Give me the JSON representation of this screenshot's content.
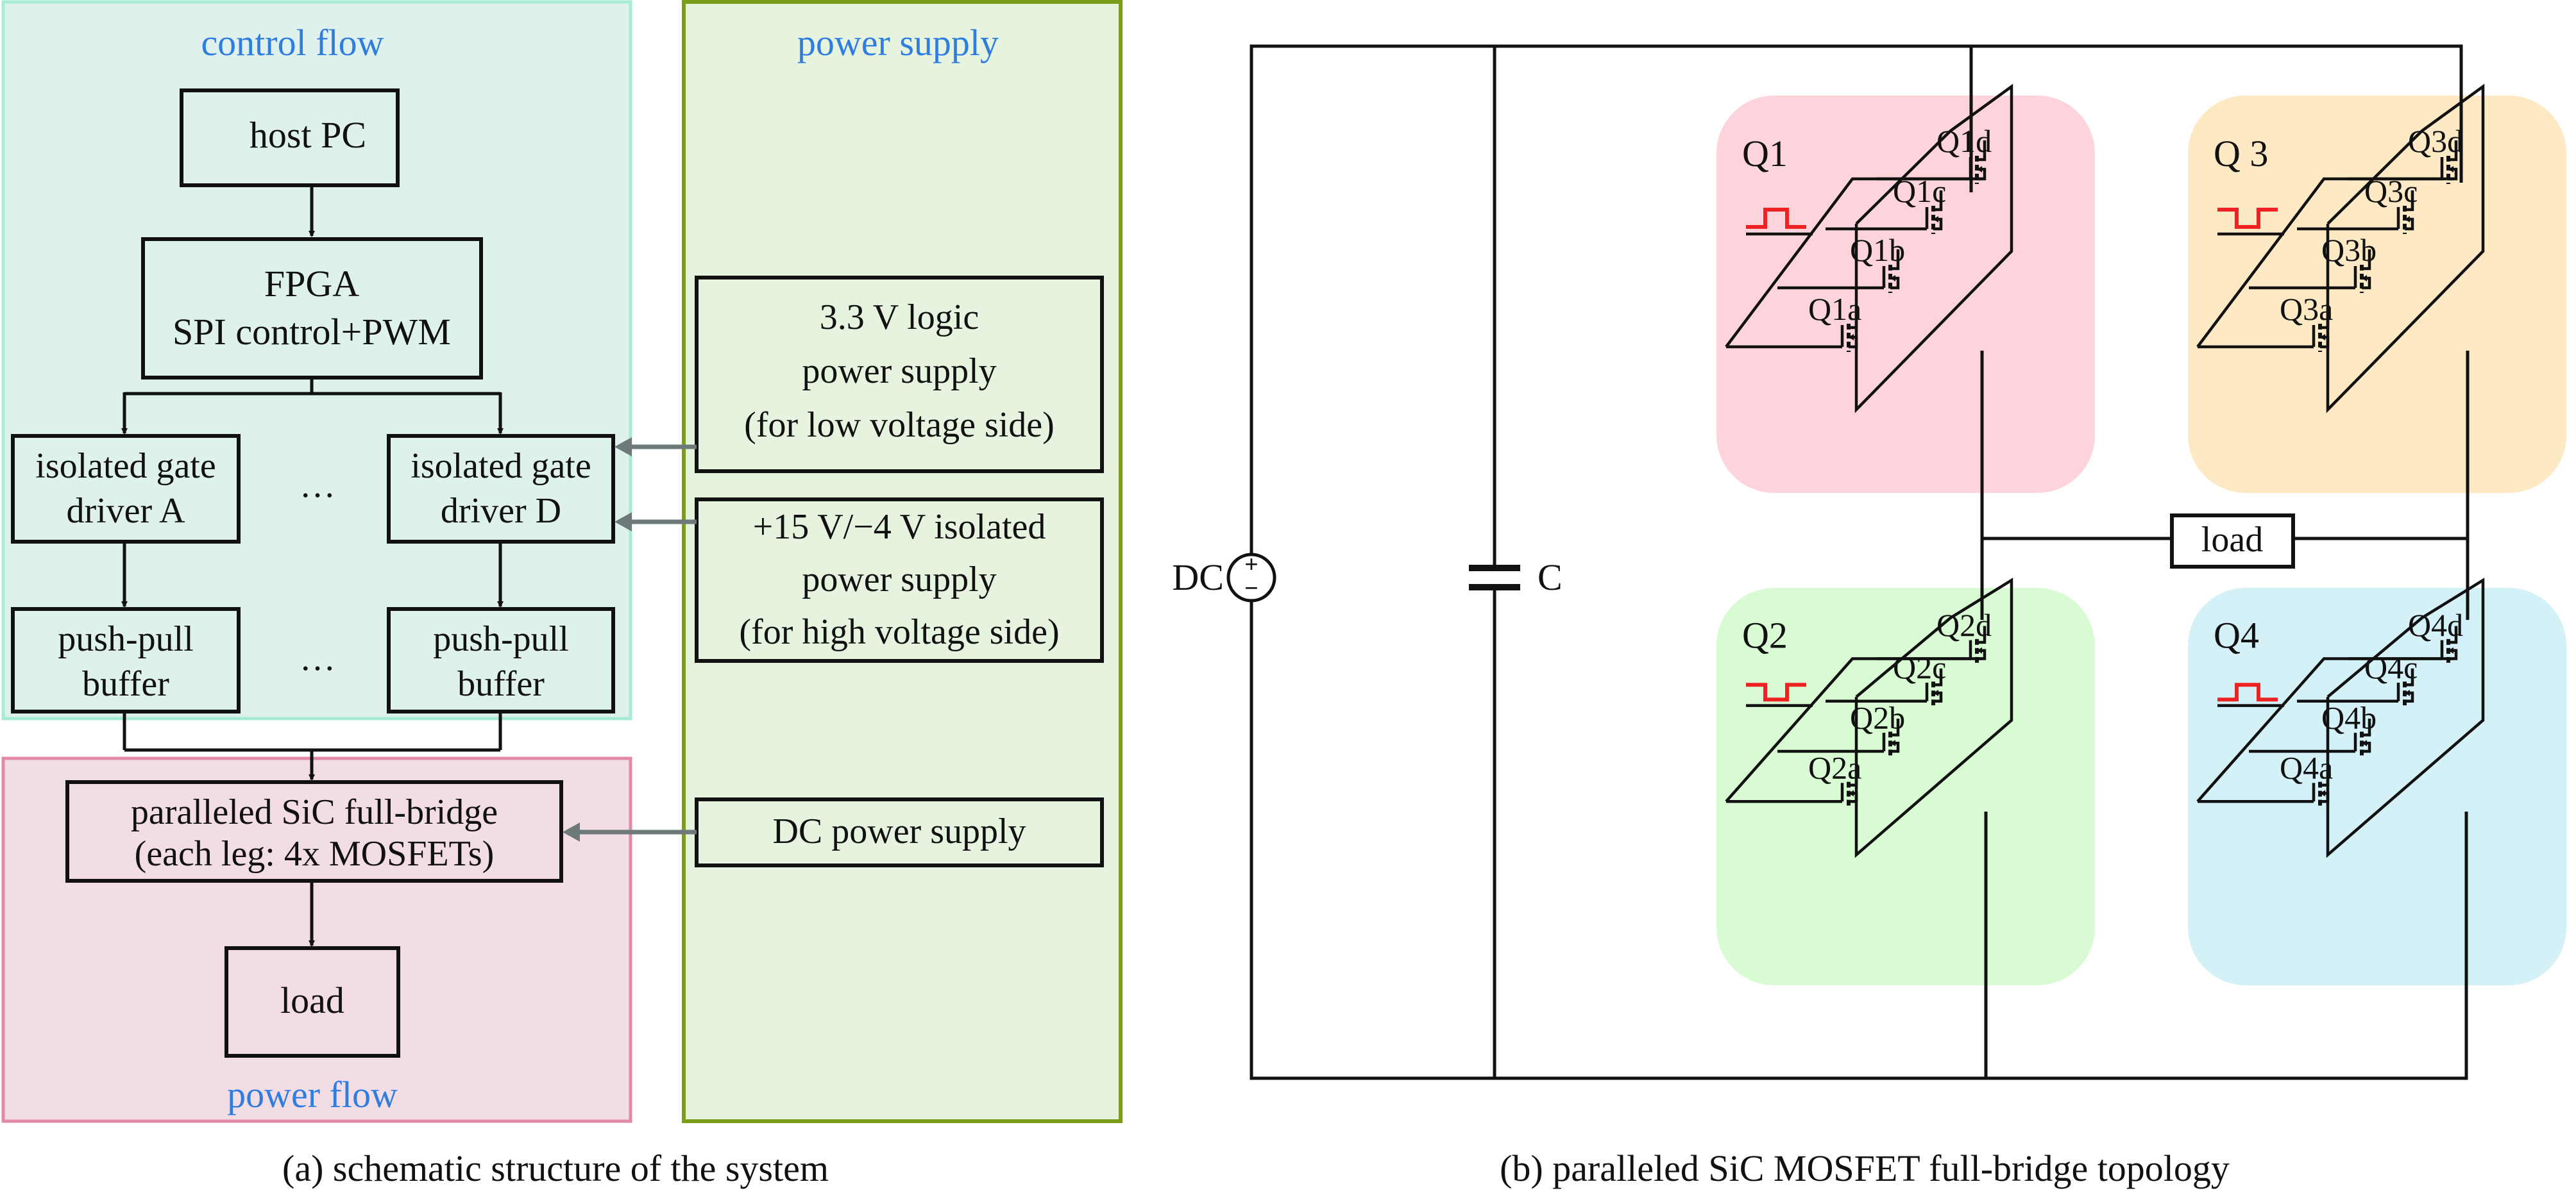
{
  "panel_a": {
    "caption": "(a) schematic structure of the system",
    "regions": {
      "control_flow": {
        "label": "control flow",
        "fill": "#dff1ec",
        "stroke": "#a6ecd2"
      },
      "power_supply": {
        "label": "power supply",
        "fill": "#e6f4df",
        "stroke": "#7a9e1a"
      },
      "power_flow": {
        "label": "power flow",
        "fill": "#f3dde4",
        "stroke": "#e08aa5"
      }
    },
    "label_color": "#2f7de1",
    "blocks": {
      "host_pc": [
        "host PC"
      ],
      "fpga": [
        "FPGA",
        "SPI control+PWM"
      ],
      "driver_a": [
        "isolated gate",
        "driver A"
      ],
      "driver_d": [
        "isolated gate",
        "driver D"
      ],
      "buffer_a": [
        "push-pull",
        "buffer"
      ],
      "buffer_d": [
        "push-pull",
        "buffer"
      ],
      "full_bridge": [
        "paralleled SiC full-bridge",
        "(each leg: 4x MOSFETs)"
      ],
      "load": [
        "load"
      ],
      "logic_supply": [
        "3.3 V logic",
        "power supply",
        "(for low voltage side)"
      ],
      "isolated_supply": [
        "+15 V/−4 V isolated",
        "power supply",
        "(for high voltage side)"
      ],
      "dc_supply": [
        "DC power supply"
      ]
    },
    "ellipsis": "…"
  },
  "panel_b": {
    "caption": "(b) paralleled SiC MOSFET full-bridge topology",
    "source_label": "DC",
    "source_plus": "+",
    "source_minus": "−",
    "capacitor_label": "C",
    "load_label": "load",
    "pulse_color": "#ee2222",
    "modules": [
      {
        "name": "Q1",
        "label": "Q1",
        "fill": "#fdd4dc",
        "pulse": "high",
        "devices": [
          "Q1a",
          "Q1b",
          "Q1c",
          "Q1d"
        ]
      },
      {
        "name": "Q3",
        "label": "Q 3",
        "fill": "#fde9c4",
        "pulse": "low",
        "devices": [
          "Q3a",
          "Q3b",
          "Q3c",
          "Q3d"
        ]
      },
      {
        "name": "Q2",
        "label": "Q2",
        "fill": "#d8fbd3",
        "pulse": "low",
        "devices": [
          "Q2a",
          "Q2b",
          "Q2c",
          "Q2d"
        ]
      },
      {
        "name": "Q4",
        "label": "Q4",
        "fill": "#d4f1f7",
        "pulse": "high",
        "devices": [
          "Q4a",
          "Q4b",
          "Q4c",
          "Q4d"
        ]
      }
    ]
  }
}
